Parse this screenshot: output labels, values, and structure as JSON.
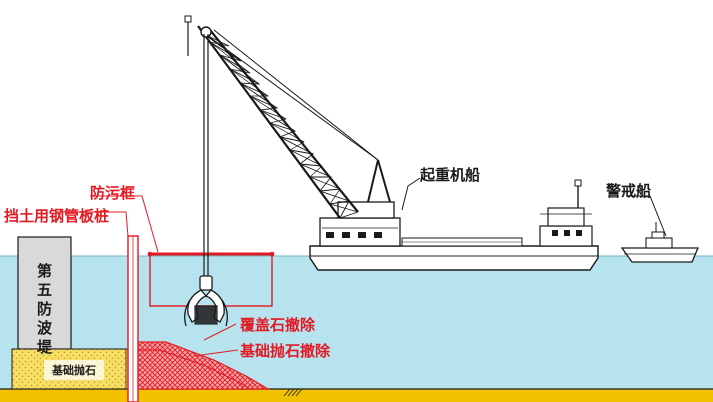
{
  "labels": {
    "crane_ship": "起重机船",
    "guard_boat": "警戒船",
    "silt_fence": "防污框",
    "sheet_pile": "挡土用钢管板桩",
    "breakwater": "第五防波堤",
    "breakwater_chars": [
      "第",
      "五",
      "防",
      "波",
      "堤"
    ],
    "cover_stone_removal": "覆盖石撤除",
    "foundation_rubble_removal": "基础抛石撤除",
    "foundation_rubble": "基础抛石"
  },
  "colors": {
    "water": "#b7e3ee",
    "seabed": "#f2c200",
    "rubble": "#f5dc6a",
    "red": "#e21a23",
    "breakwater": "#d9d9d9",
    "line": "#1a1a1a"
  }
}
